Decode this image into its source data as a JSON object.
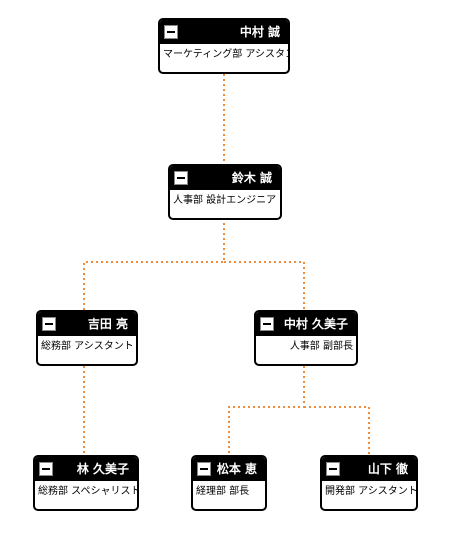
{
  "connector_color": "#f28c3a",
  "nodes": [
    {
      "id": "nakamura-makoto",
      "name": "中村 誠",
      "dept": "マーケティング部 アシスタント"
    },
    {
      "id": "suzuki-makoto",
      "name": "鈴木 誠",
      "dept": "人事部 設計エンジニア"
    },
    {
      "id": "yoshida-ryo",
      "name": "吉田 亮",
      "dept": "総務部 アシスタント"
    },
    {
      "id": "nakamura-kumiko",
      "name": "中村 久美子",
      "dept": "人事部 副部長"
    },
    {
      "id": "hayashi-kumiko",
      "name": "林 久美子",
      "dept": "総務部 スペシャリスト"
    },
    {
      "id": "matsumoto-kei",
      "name": "松本 恵",
      "dept": "経理部 部長"
    },
    {
      "id": "yamashita-toru",
      "name": "山下 徹",
      "dept": "開発部 アシスタント"
    }
  ]
}
